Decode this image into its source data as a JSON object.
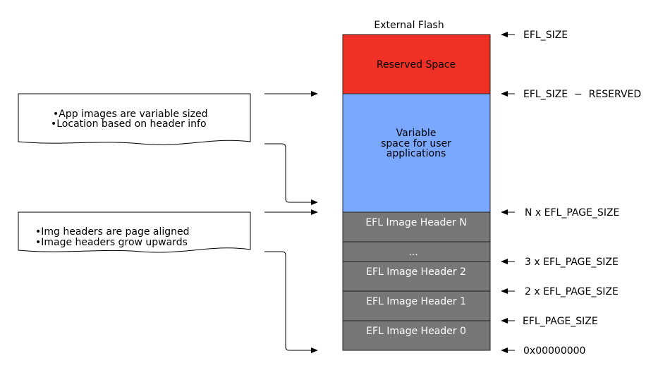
{
  "title": "External Flash",
  "regions": {
    "reserved": {
      "label": "Reserved Space",
      "color": "#ee3124"
    },
    "variable": {
      "label_lines": [
        "Variable",
        "space for user",
        "applications"
      ],
      "color": "#7aa8ff"
    },
    "header_n": {
      "label": "EFL Image Header N",
      "color": "#777777"
    },
    "ellipsis": {
      "label": "...",
      "color": "#777777"
    },
    "header_2": {
      "label": "EFL Image Header 2",
      "color": "#777777"
    },
    "header_1": {
      "label": "EFL Image Header 1",
      "color": "#777777"
    },
    "header_0": {
      "label": "EFL Image Header 0",
      "color": "#777777"
    }
  },
  "address_labels": [
    {
      "id": "efl-size",
      "text": "EFL_SIZE"
    },
    {
      "id": "efl-size-reserved",
      "text": "EFL_SIZE  −  RESERVED"
    },
    {
      "id": "n-page-size",
      "text": "N x EFL_PAGE_SIZE"
    },
    {
      "id": "three-page-size",
      "text": "3 x EFL_PAGE_SIZE"
    },
    {
      "id": "two-page-size",
      "text": "2 x EFL_PAGE_SIZE"
    },
    {
      "id": "page-size",
      "text": "EFL_PAGE_SIZE"
    },
    {
      "id": "zero",
      "text": "0x00000000"
    }
  ],
  "notes": {
    "app_images": [
      "•App images are variable sized",
      "•Location based on header info"
    ],
    "img_headers": [
      "•Img headers are page aligned",
      "•Image headers grow upwards"
    ]
  }
}
